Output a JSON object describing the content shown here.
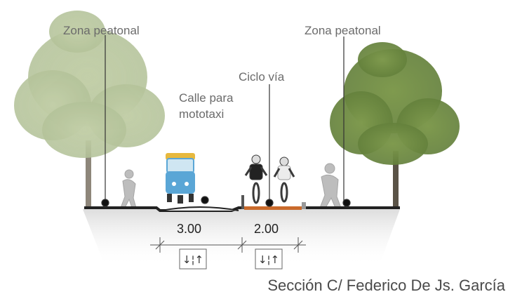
{
  "labels": {
    "zona_left": "Zona peatonal",
    "zona_right": "Zona peatonal",
    "ciclo": "Ciclo vía",
    "calle_line1": "Calle para",
    "calle_line2": "mototaxi"
  },
  "dimensions": {
    "calle_width": "3.00",
    "ciclo_width": "2.00"
  },
  "direction_icons": [
    "two-way-arrows-icon",
    "two-way-arrows-icon"
  ],
  "title": "Sección C/ Federico De Js. García",
  "colors": {
    "road": "#222222",
    "bike_lane": "#c96a2b",
    "tree_light": "#a8b98a",
    "tree_dark": "#6f8a45",
    "mototaxi": "#5aa6d6",
    "label": "#6b6b6b"
  }
}
